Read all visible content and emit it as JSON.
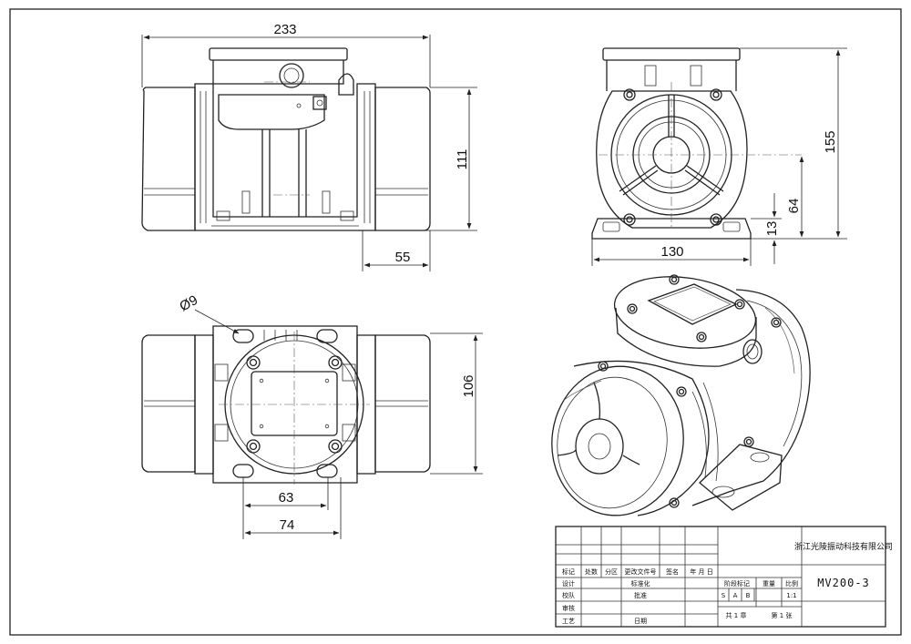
{
  "drawing": {
    "dimensions": {
      "front_width": "233",
      "front_height": "111",
      "front_offset": "55",
      "side_height": "155",
      "side_center_height": "64",
      "side_foot_height": "13",
      "side_width": "130",
      "bottom_hole_diameter": "Ø9",
      "bottom_depth": "106",
      "bottom_inner_spacing": "63",
      "bottom_outer_spacing": "74"
    }
  },
  "title_block": {
    "company": "浙江光陵振动科技有限公司",
    "model": "MV200-3",
    "headers": {
      "mark": "标记",
      "count": "处数",
      "zone": "分区",
      "change_doc": "更改文件号",
      "sign": "签名",
      "date_ymd": "年 月 日",
      "stage_mark": "阶段标记",
      "weight": "重量",
      "scale": "比例"
    },
    "rows": {
      "design": "设计",
      "check": "校队",
      "review": "审核",
      "process": "工艺",
      "standardize": "标准化",
      "approve": "批准",
      "date": "日期"
    },
    "stage": {
      "s": "S",
      "a": "A",
      "b": "B"
    },
    "scale_value": "1:1",
    "sheets": "共 1 章",
    "sheet_no": "第 1 张"
  }
}
